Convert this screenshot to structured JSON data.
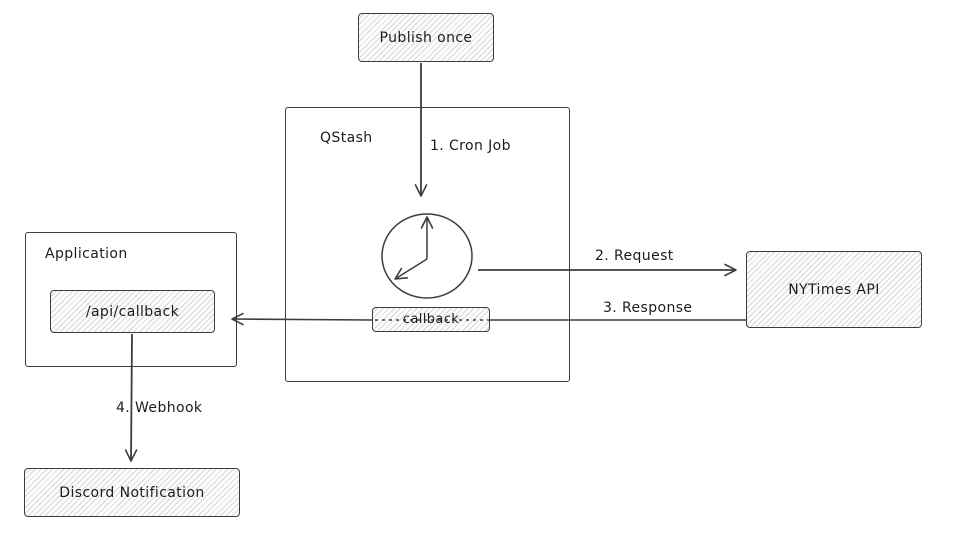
{
  "canvas": {
    "background": "#ffffff",
    "stroke_color": "#3d3d3d",
    "text_color": "#1c1c1c",
    "hatch_fill_color": "#d7d7d7"
  },
  "nodes": {
    "publish_once": {
      "label": "Publish once",
      "fill": "hatched"
    },
    "qstash": {
      "label": "QStash",
      "fill": "none"
    },
    "callback": {
      "label": "callback",
      "fill": "hatched"
    },
    "nytimes_api": {
      "label": "NYTimes API",
      "fill": "hatched"
    },
    "application": {
      "label": "Application",
      "fill": "none"
    },
    "api_callback": {
      "label": "/api/callback",
      "fill": "hatched"
    },
    "discord": {
      "label": "Discord Notification",
      "fill": "hatched"
    }
  },
  "edges": {
    "cron_job": {
      "label": "1. Cron Job",
      "from": "publish_once",
      "to": "clock"
    },
    "request": {
      "label": "2. Request",
      "from": "clock",
      "to": "nytimes_api"
    },
    "response": {
      "label": "3. Response",
      "from": "nytimes_api",
      "to": "api_callback"
    },
    "webhook": {
      "label": "4. Webhook",
      "from": "api_callback",
      "to": "discord"
    }
  },
  "icons": {
    "clock": {
      "name": "clock-icon",
      "description": "hand-drawn clock with two arrow hands"
    }
  }
}
